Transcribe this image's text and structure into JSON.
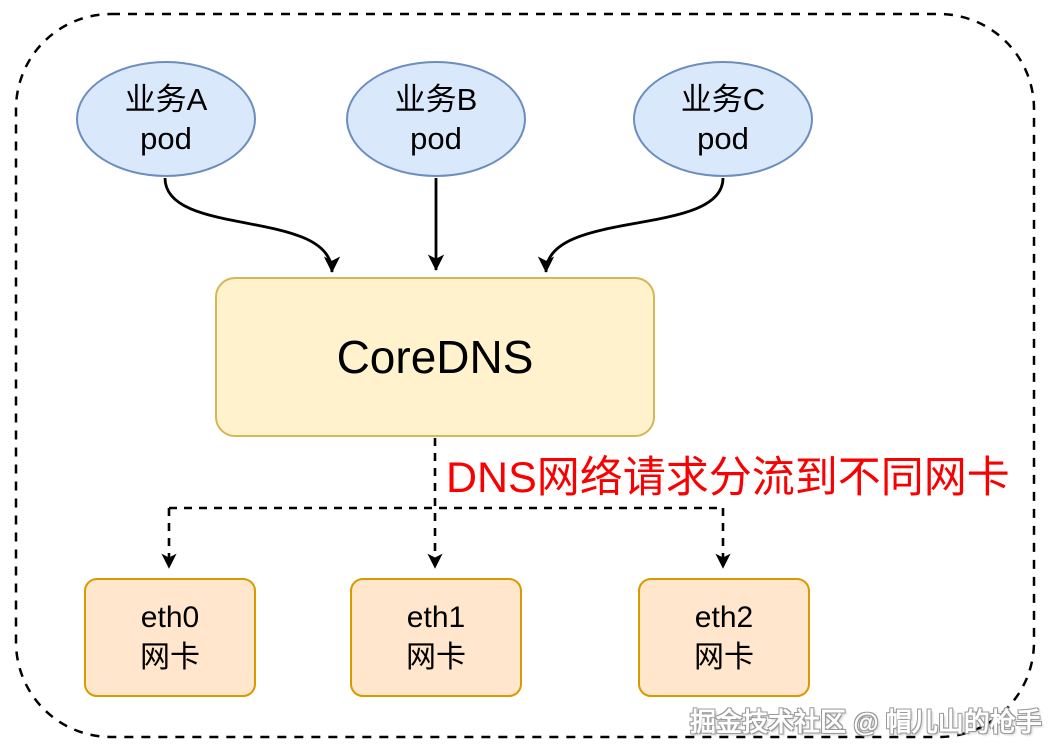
{
  "colors": {
    "pod_fill": "#dae8fc",
    "pod_stroke": "#6c8ebf",
    "coredns_fill": "#fff2cc",
    "coredns_stroke": "#d6b656",
    "nic_fill": "#ffe6cc",
    "nic_stroke": "#d79b00",
    "annotation_color": "#fa0000",
    "connector_color": "#000000"
  },
  "diagram": {
    "pods": [
      {
        "name": "业务A",
        "type": "pod"
      },
      {
        "name": "业务B",
        "type": "pod"
      },
      {
        "name": "业务C",
        "type": "pod"
      }
    ],
    "coredns_label": "CoreDNS",
    "annotation_text": "DNS网络请求分流到不同网卡",
    "nics": [
      {
        "name": "eth0",
        "type": "网卡"
      },
      {
        "name": "eth1",
        "type": "网卡"
      },
      {
        "name": "eth2",
        "type": "网卡"
      }
    ],
    "watermark": "掘金技术社区 @ 帽儿山的枪手"
  }
}
